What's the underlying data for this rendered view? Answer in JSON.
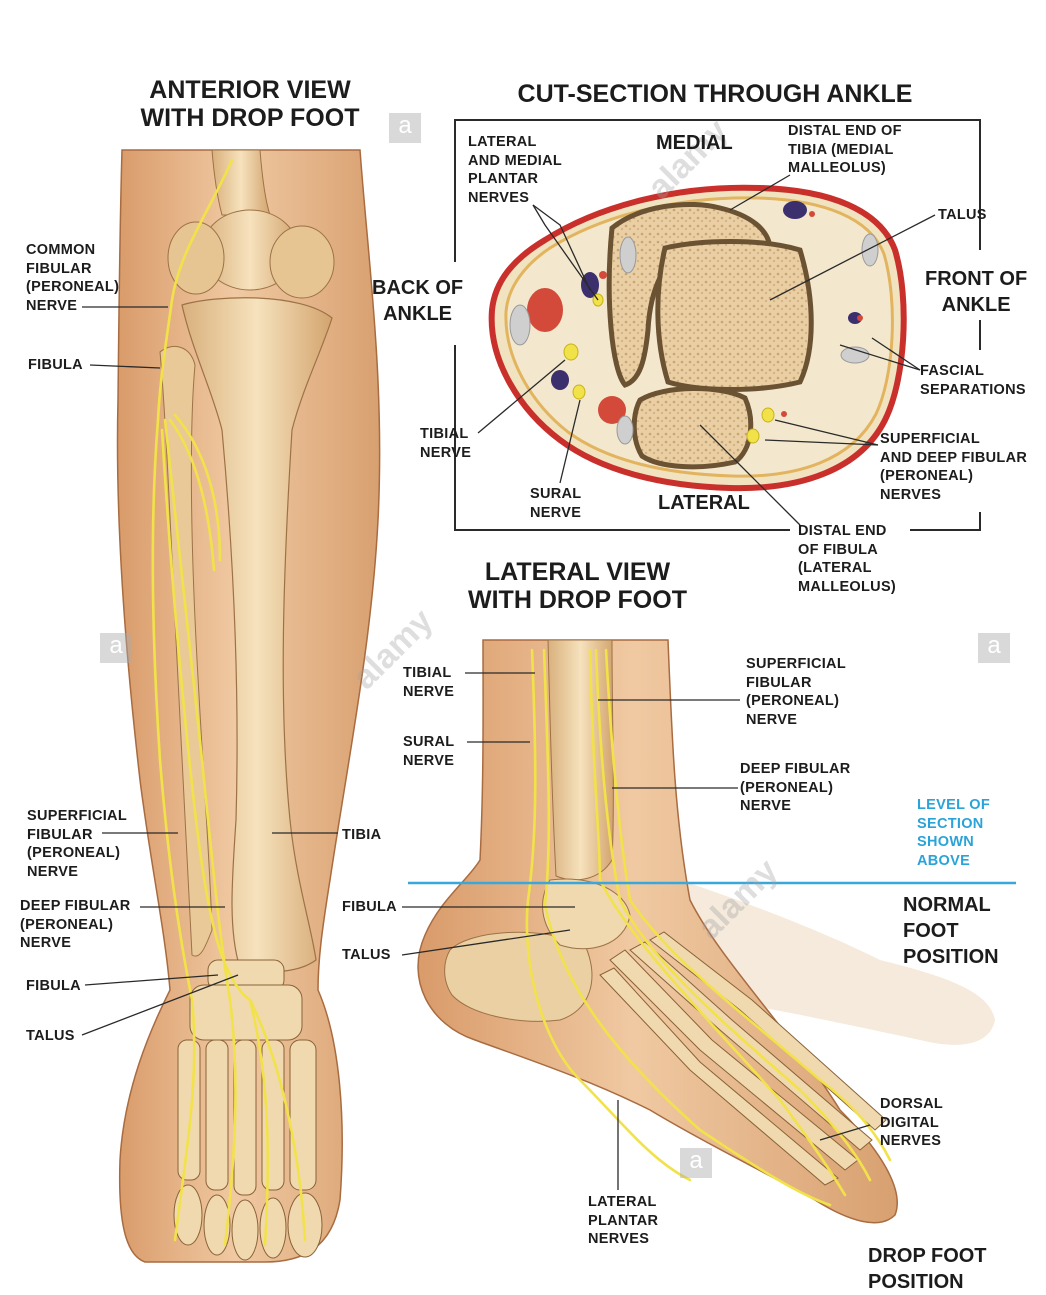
{
  "titles": {
    "anterior": "ANTERIOR VIEW\nWITH DROP FOOT",
    "cut_section": "CUT-SECTION THROUGH ANKLE",
    "lateral": "LATERAL VIEW\nWITH DROP FOOT"
  },
  "anterior_labels": {
    "common_fibular": "COMMON\nFIBULAR\n(PERONEAL)\nNERVE",
    "fibula_top": "FIBULA",
    "superficial_fibular": "SUPERFICIAL\nFIBULAR\n(PERONEAL)\nNERVE",
    "tibia": "TIBIA",
    "deep_fibular": "DEEP FIBULAR\n(PERONEAL)\nNERVE",
    "fibula_bottom": "FIBULA",
    "talus": "TALUS"
  },
  "section_labels": {
    "plantar_nerves": "LATERAL\nAND MEDIAL\nPLANTAR\nNERVES",
    "medial": "MEDIAL",
    "distal_tibia": "DISTAL END OF\nTIBIA (MEDIAL\nMALLEOLUS)",
    "talus": "TALUS",
    "back": "BACK OF\nANKLE",
    "front": "FRONT OF\nANKLE",
    "fascial": "FASCIAL\nSEPARATIONS",
    "tibial_nerve": "TIBIAL\nNERVE",
    "sural_nerve": "SURAL\nNERVE",
    "lateral": "LATERAL",
    "sup_deep_fibular": "SUPERFICIAL\nAND DEEP FIBULAR\n(PERONEAL)\nNERVES",
    "distal_fibula": "DISTAL END\nOF FIBULA\n(LATERAL\nMALLEOLUS)"
  },
  "lateral_labels": {
    "tibial_nerve": "TIBIAL\nNERVE",
    "sural_nerve": "SURAL\nNERVE",
    "superficial_fibular": "SUPERFICIAL\nFIBULAR\n(PERONEAL)\nNERVE",
    "deep_fibular": "DEEP FIBULAR\n(PERONEAL)\nNERVE",
    "level_of_section": "LEVEL OF\nSECTION\nSHOWN\nABOVE",
    "fibula": "FIBULA",
    "talus": "TALUS",
    "normal_foot": "NORMAL\nFOOT\nPOSITION",
    "dorsal_digital": "DORSAL\nDIGITAL\nNERVES",
    "lateral_plantar": "LATERAL\nPLANTAR\nNERVES",
    "drop_foot": "DROP FOOT\nPOSITION"
  },
  "watermark": {
    "badge": "a",
    "brand": "alamy"
  },
  "colors": {
    "skin": "#e8b789",
    "bone": "#ecd0a0",
    "nerve": "#f2e24a",
    "leader": "#2a2a2a",
    "section_line": "#3aa7dc",
    "artery": "#d44a3a",
    "vein": "#3b2f6e"
  }
}
